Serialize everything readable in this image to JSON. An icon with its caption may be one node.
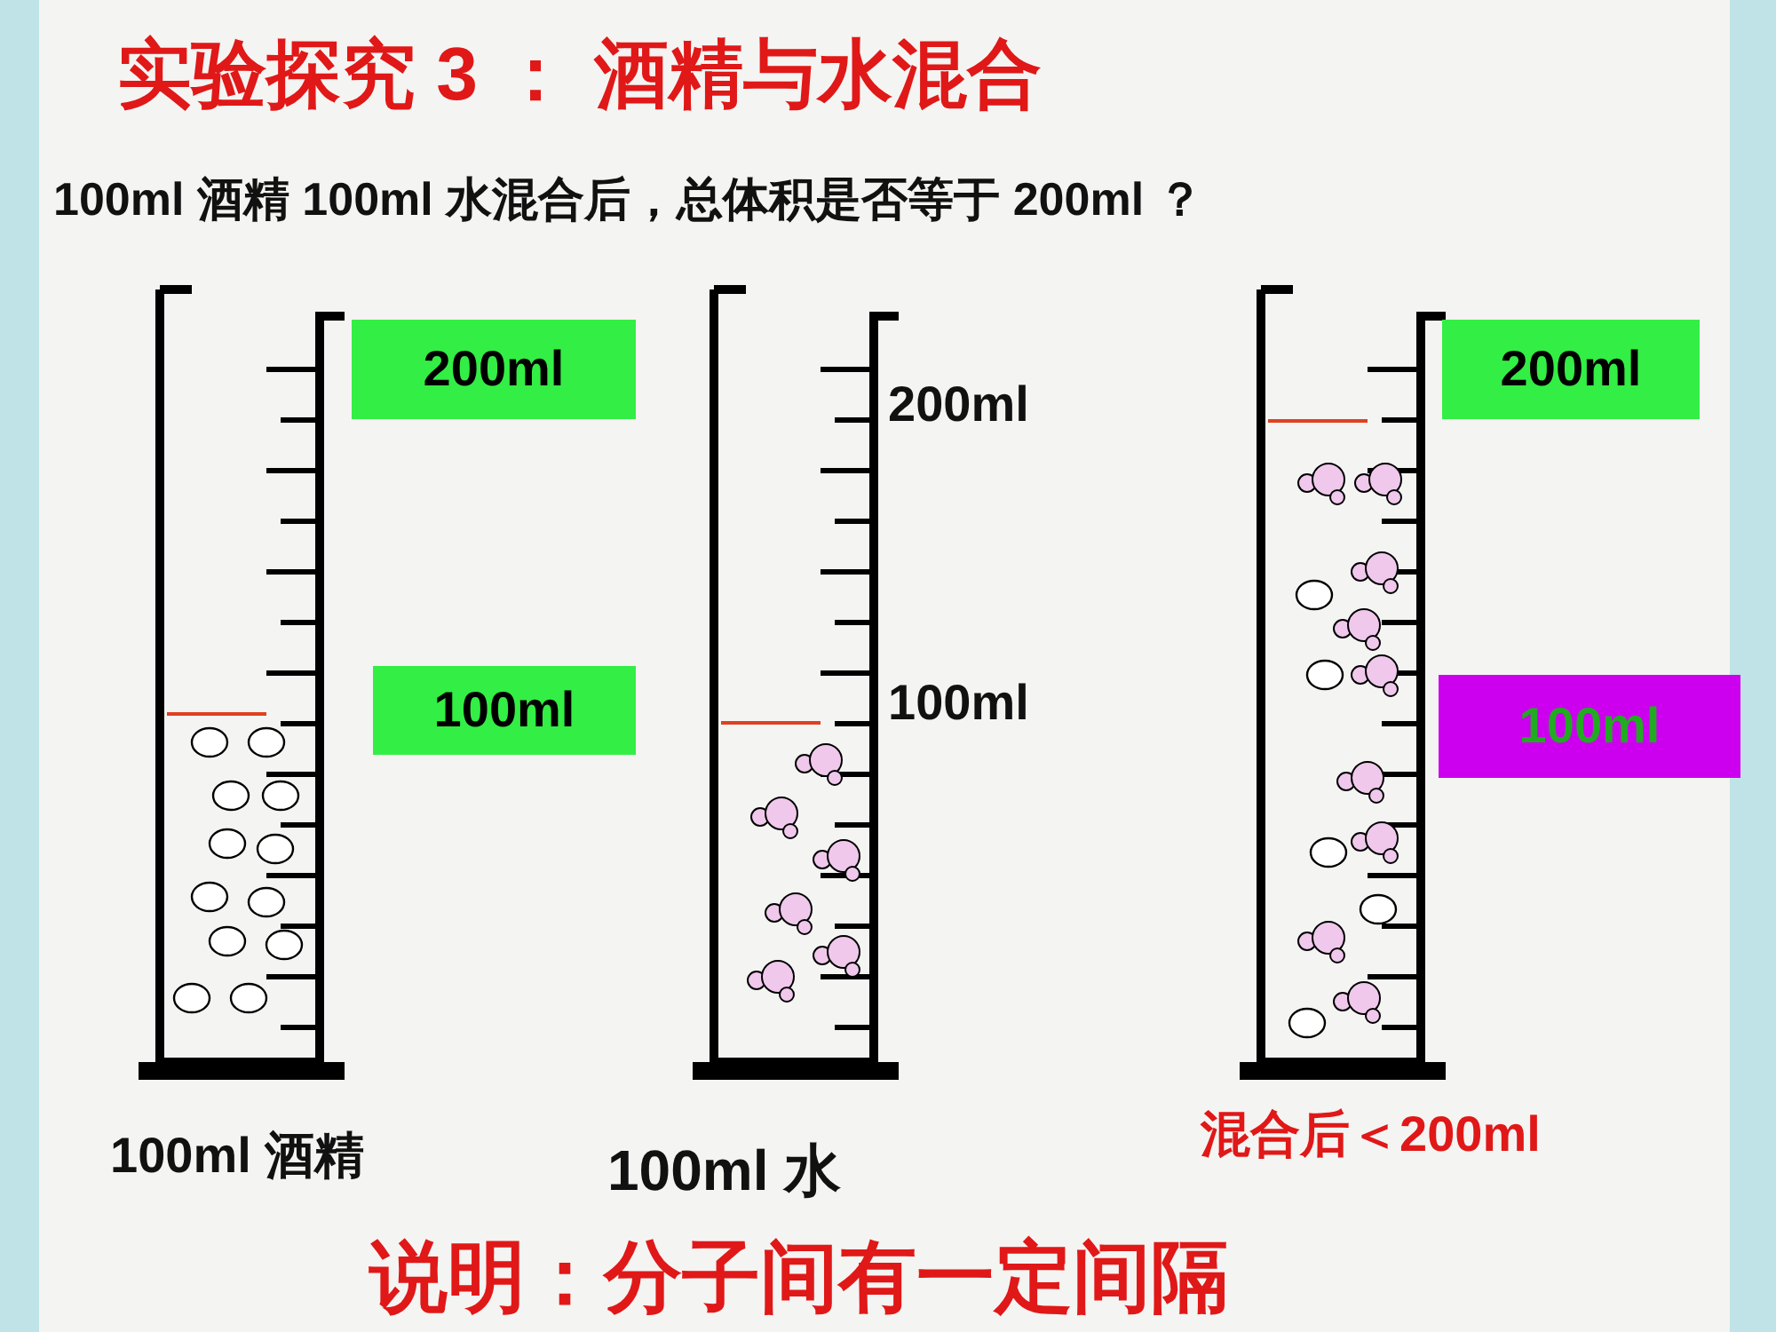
{
  "diagram": {
    "title": "实验探究 3 ： 酒精与水混合",
    "caption": "说明：分子间有一定间隔",
    "nodes": [
      {
        "text": [
          "200ml"
        ]
      },
      {
        "text": [
          "100ml"
        ]
      },
      {
        "text": [
          "200ml"
        ]
      },
      {
        "text": [
          "100ml"
        ]
      }
    ],
    "labels": [
      "100ml 酒精 100ml 水混合后，总体积是否等于 200ml ？",
      "200ml",
      "100ml",
      "100ml 酒精",
      "100ml 水",
      "混合后＜200ml"
    ]
  }
}
